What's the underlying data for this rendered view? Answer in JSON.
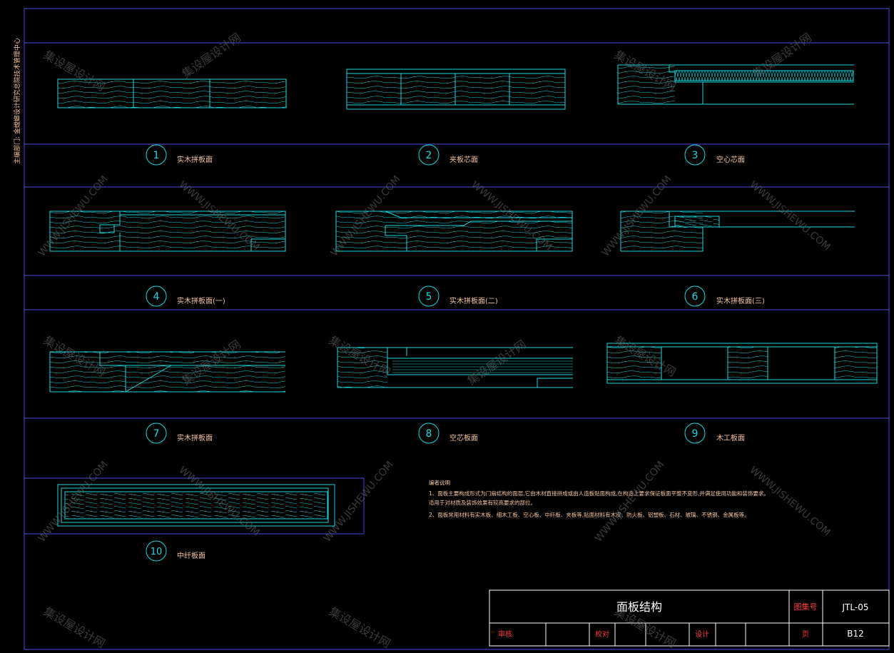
{
  "sheet": {
    "side_text": "主编部门: 金螳螂设计研究总院技术管理中心",
    "title": "面板结构",
    "drawing_no_label": "图集号",
    "drawing_no": "JTL-05",
    "page_label": "页",
    "page_no": "B12",
    "review_label": "审核",
    "check_label": "校对",
    "design_label": "设计"
  },
  "details": [
    {
      "num": "1",
      "caption": "实木拼板面"
    },
    {
      "num": "2",
      "caption": "夹板芯面"
    },
    {
      "num": "3",
      "caption": "空心芯面"
    },
    {
      "num": "4",
      "caption": "实木拼板面(一)"
    },
    {
      "num": "5",
      "caption": "实木拼板面(二)"
    },
    {
      "num": "6",
      "caption": "实木拼板面(三)"
    },
    {
      "num": "7",
      "caption": "实木拼板面"
    },
    {
      "num": "8",
      "caption": "空芯板面"
    },
    {
      "num": "9",
      "caption": "木工板面"
    },
    {
      "num": "10",
      "caption": "中纤板面"
    }
  ],
  "notes": {
    "heading": "编者说明",
    "line1": "1、面板主要构成形式为门扇结构的面层,它由木材直接拼成或由人造板贴面构成,在构造上要求保证板面平整不变形,并满足使用功能和装饰要求。",
    "line2": "适用于对材质及装饰效果有较高要求的部位。",
    "line3": "2、面板常用材料有实木板、细木工板、空心板、中纤板、夹板等,贴面材料有木皮、防火板、铝塑板、石材、玻璃、不锈钢、金属板等。"
  },
  "watermark": {
    "cn": "集设屋设计网",
    "en": "WWW.JISHEWU.COM"
  },
  "colors": {
    "frame": "#4a4ae0",
    "detail": "#19d7e0",
    "text": "#f5c49b",
    "circle": "#19d7e0",
    "grid": "#3a3a90",
    "watermark": "#6b6b6b"
  }
}
